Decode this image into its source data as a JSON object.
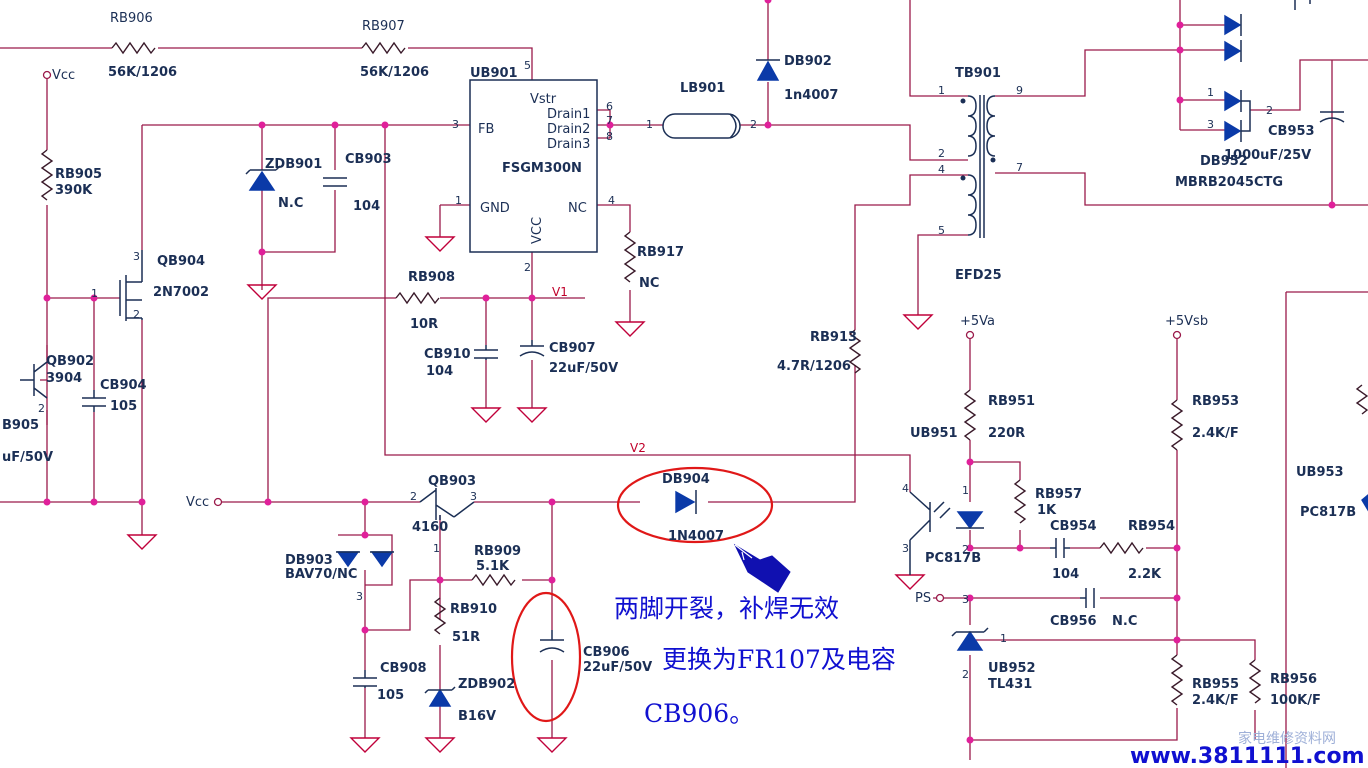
{
  "labels": {
    "rb906": "RB906",
    "rb906_v": "56K/1206",
    "rb907": "RB907",
    "rb907_v": "56K/1206",
    "ub901": "UB901",
    "vcc_top": "Vcc",
    "rb905": "RB905",
    "rb905_v": "390K",
    "zdb901": "ZDB901",
    "zdb901_v": "N.C",
    "cb903": "CB903",
    "cb903_v": "104",
    "qb904": "QB904",
    "qb904_v": "2N7002",
    "qb902": "QB902",
    "qb902_v": "3904",
    "cb904": "CB904",
    "cb904_v": "105",
    "b905": "B905",
    "uf50v": "uF/50V",
    "fb": "FB",
    "vstr": "Vstr",
    "drain1": "Drain1",
    "drain2": "Drain2",
    "drain3": "Drain3",
    "ic": "FSGM300N",
    "gnd": "GND",
    "vcc_pin": "VCC",
    "nc_pin": "NC",
    "lb901": "LB901",
    "db902": "DB902",
    "db902_v": "1n4007",
    "rb917": "RB917",
    "rb917_v": "NC",
    "rb908": "RB908",
    "rb908_v": "10R",
    "v1": "V1",
    "cb910": "CB910",
    "cb910_v": "104",
    "cb907": "CB907",
    "cb907_v": "22uF/50V",
    "tb901": "TB901",
    "efd25": "EFD25",
    "db952": "DB952",
    "db952_v": "MBRB2045CTG",
    "cb953": "CB953",
    "cb953_v": "1000uF/25V",
    "rb913": "RB913",
    "rb913_v": "4.7R/1206",
    "v5a": "+5Va",
    "v5vsb": "+5Vsb",
    "rb951": "RB951",
    "rb951_v": "220R",
    "rb953": "RB953",
    "rb953_v": "2.4K/F",
    "ub951": "UB951",
    "v2": "V2",
    "db904": "DB904",
    "db904_v": "1N4007",
    "qb903": "QB903",
    "qb903_v": "4160",
    "vcc_left": "Vcc",
    "db903": "DB903",
    "db903_v": "BAV70/NC",
    "rb909": "RB909",
    "rb909_v": "5.1K",
    "rb910": "RB910",
    "rb910_v": "51R",
    "cb908": "CB908",
    "cb908_v": "105",
    "zdb902": "ZDB902",
    "zdb902_v": "B16V",
    "cb906": "CB906",
    "cb906_v": "22uF/50V",
    "rb957": "RB957",
    "rb957_v": "1K",
    "cb954": "CB954",
    "cb954_v": "104",
    "rb954": "RB954",
    "rb954_v": "2.2K",
    "pc817b": "PC817B",
    "ps": "PS",
    "cb956": "CB956",
    "cb956_v": "N.C",
    "ub952": "UB952",
    "ub952_v": "TL431",
    "rb955": "RB955",
    "rb955_v": "2.4K/F",
    "rb956": "RB956",
    "rb956_v": "100K/F",
    "ub953": "UB953",
    "pc817b_r": "PC817B"
  },
  "pins": {
    "ub901_fb": "3",
    "ub901_vstr": "5",
    "ub901_d1": "6",
    "ub901_d2": "7",
    "ub901_d3": "8",
    "ub901_gnd": "1",
    "ub901_nc": "4",
    "ub901_vcc": "2",
    "lb901_1": "1",
    "lb901_2": "2",
    "tb901_1": "1",
    "tb901_2": "2",
    "tb901_4": "4",
    "tb901_5": "5",
    "tb901_9": "9",
    "tb901_7": "7",
    "qb904_1": "1",
    "qb904_2": "2",
    "qb904_3": "3",
    "qb902_2": "2",
    "qb903_2": "2",
    "qb903_3": "3",
    "qb903_1": "1",
    "db903_3": "3",
    "db952_1": "1",
    "db952_2": "2",
    "db952_3": "3",
    "ub951_4": "4",
    "ub951_3": "3",
    "ub951_1": "1",
    "ub951_2": "2",
    "ub952_1": "1",
    "ub952_2": "2",
    "ub952_3": "3"
  },
  "annotation": {
    "line1": "两脚开裂，补焊无效",
    "line2": "更换为FR107及电容",
    "line3": "CB906。"
  },
  "watermark": {
    "site": "www.3811111.com",
    "brand": "家电维修资料网"
  },
  "colors": {
    "wire": "#9a1a4a",
    "junction": "#e0209a",
    "ground": "#c0003a",
    "diode": "#0b3aa8",
    "highlight": "#e01818",
    "note_text": "#1010d0"
  }
}
